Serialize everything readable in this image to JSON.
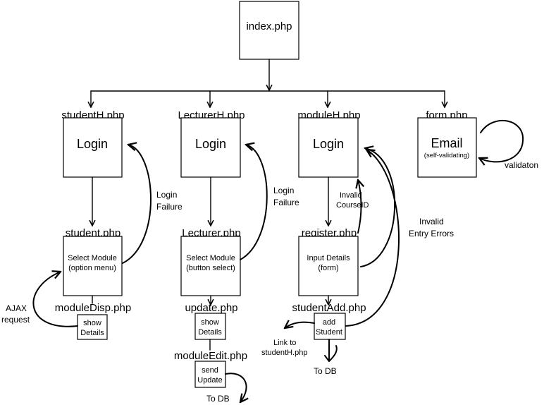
{
  "nodes": {
    "index": {
      "file": "index.php"
    },
    "studentH": {
      "file": "studentH.php",
      "lines": [
        "Login"
      ]
    },
    "lecturerH": {
      "file": "LecturerH.php",
      "lines": [
        "Login"
      ]
    },
    "moduleH": {
      "file": "moduleH.php",
      "lines": [
        "Login"
      ]
    },
    "form": {
      "file": "form.php",
      "lines": [
        "Email",
        "(self-validating)"
      ]
    },
    "student": {
      "file": "student.php",
      "lines": [
        "Select Module",
        "(option menu)"
      ]
    },
    "lecturer": {
      "file": "Lecturer.php",
      "lines": [
        "Select Module",
        "(button select)"
      ]
    },
    "register": {
      "file": "register.php",
      "lines": [
        "Input Details",
        "(form)"
      ]
    },
    "moduleDisp": {
      "file": "moduleDisp.php",
      "lines": [
        "show",
        "Details"
      ]
    },
    "update": {
      "file": "update.php",
      "lines": [
        "show",
        "Details"
      ]
    },
    "studentAdd": {
      "file": "studentAdd.php",
      "lines": [
        "add",
        "Student"
      ]
    },
    "moduleEdit": {
      "file": "moduleEdit.php",
      "lines": [
        "send",
        "Update"
      ]
    }
  },
  "annotations": {
    "login_failure_1": [
      "Login",
      "Failure"
    ],
    "login_failure_2": [
      "Login",
      "Failure"
    ],
    "invalid_courseid": [
      "Invalid",
      "CourseID"
    ],
    "invalid_entry": [
      "Invalid",
      "Entry Errors"
    ],
    "validation": "validaton",
    "ajax": [
      "AJAX",
      "request"
    ],
    "link_student": [
      "Link to",
      "studentH.php"
    ],
    "to_db_1": "To DB",
    "to_db_2": "To DB"
  }
}
